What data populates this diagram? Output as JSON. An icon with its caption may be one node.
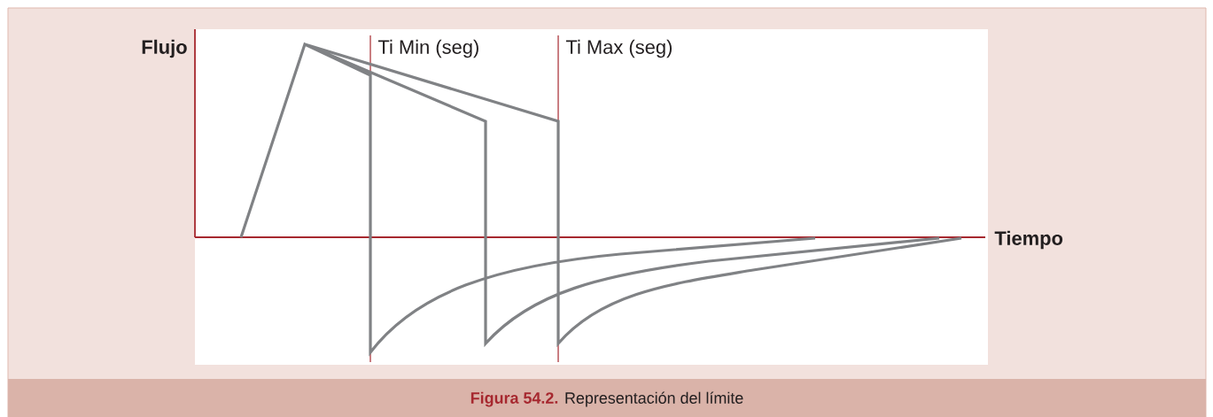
{
  "diagram": {
    "caption": "**Figura 54.2.** Representación del límite",
    "labels": [
      "Flujo",
      "Ti Min (seg)",
      "Ti Max (seg)",
      "Tiempo"
    ]
  }
}
